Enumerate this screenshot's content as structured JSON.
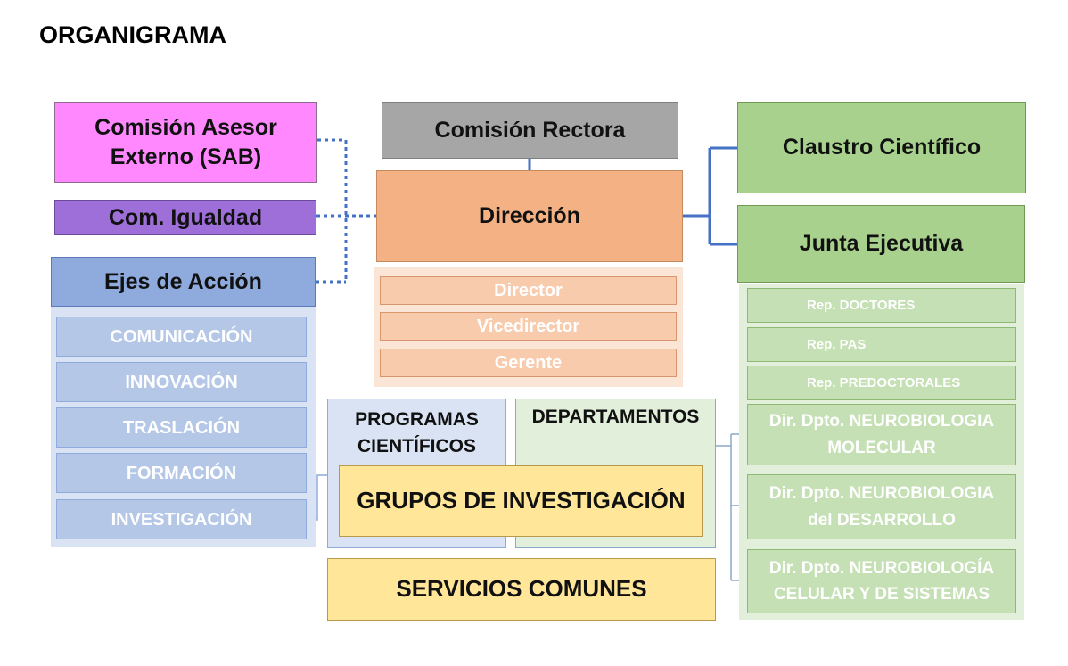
{
  "title": "ORGANIGRAMA",
  "nodes": {
    "sab": "Comisión Asesor\nExterno (SAB)",
    "igualdad": "Com. Igualdad",
    "ejes": "Ejes de Acción",
    "rectora": "Comisión Rectora",
    "direccion": "Dirección",
    "claustro": "Claustro Científico",
    "junta": "Junta Ejecutiva",
    "programas": "PROGRAMAS\nCIENTÍFICOS",
    "departamentos": "DEPARTAMENTOS",
    "grupos": "GRUPOS DE INVESTIGACIÓN",
    "servicios": "SERVICIOS COMUNES"
  },
  "ejes_items": [
    "COMUNICACIÓN",
    "INNOVACIÓN",
    "TRASLACIÓN",
    "FORMACIÓN",
    "INVESTIGACIÓN"
  ],
  "direccion_items": [
    "Director",
    "Vicedirector",
    "Gerente"
  ],
  "junta_reps": [
    "Rep. DOCTORES",
    "Rep. PAS",
    "Rep. PREDOCTORALES"
  ],
  "junta_dirs": [
    "Dir. Dpto. NEUROBIOLOGIA\nMOLECULAR",
    "Dir. Dpto. NEUROBIOLOGIA\ndel DESARROLLO",
    "Dir. Dpto. NEUROBIOLOGÍA\nCELULAR Y DE SISTEMAS"
  ],
  "colors": {
    "sab": "#ff88ff",
    "igualdad": "#9f6fd9",
    "ejes": "#8faadc",
    "ejes_item": "#b4c7e7",
    "rectora": "#a6a6a6",
    "direccion": "#f4b183",
    "direccion_item": "#f8cbad",
    "green": "#a9d18e",
    "green_item": "#c5e0b4",
    "yellow": "#ffe699",
    "line_blue": "#4472c4"
  }
}
